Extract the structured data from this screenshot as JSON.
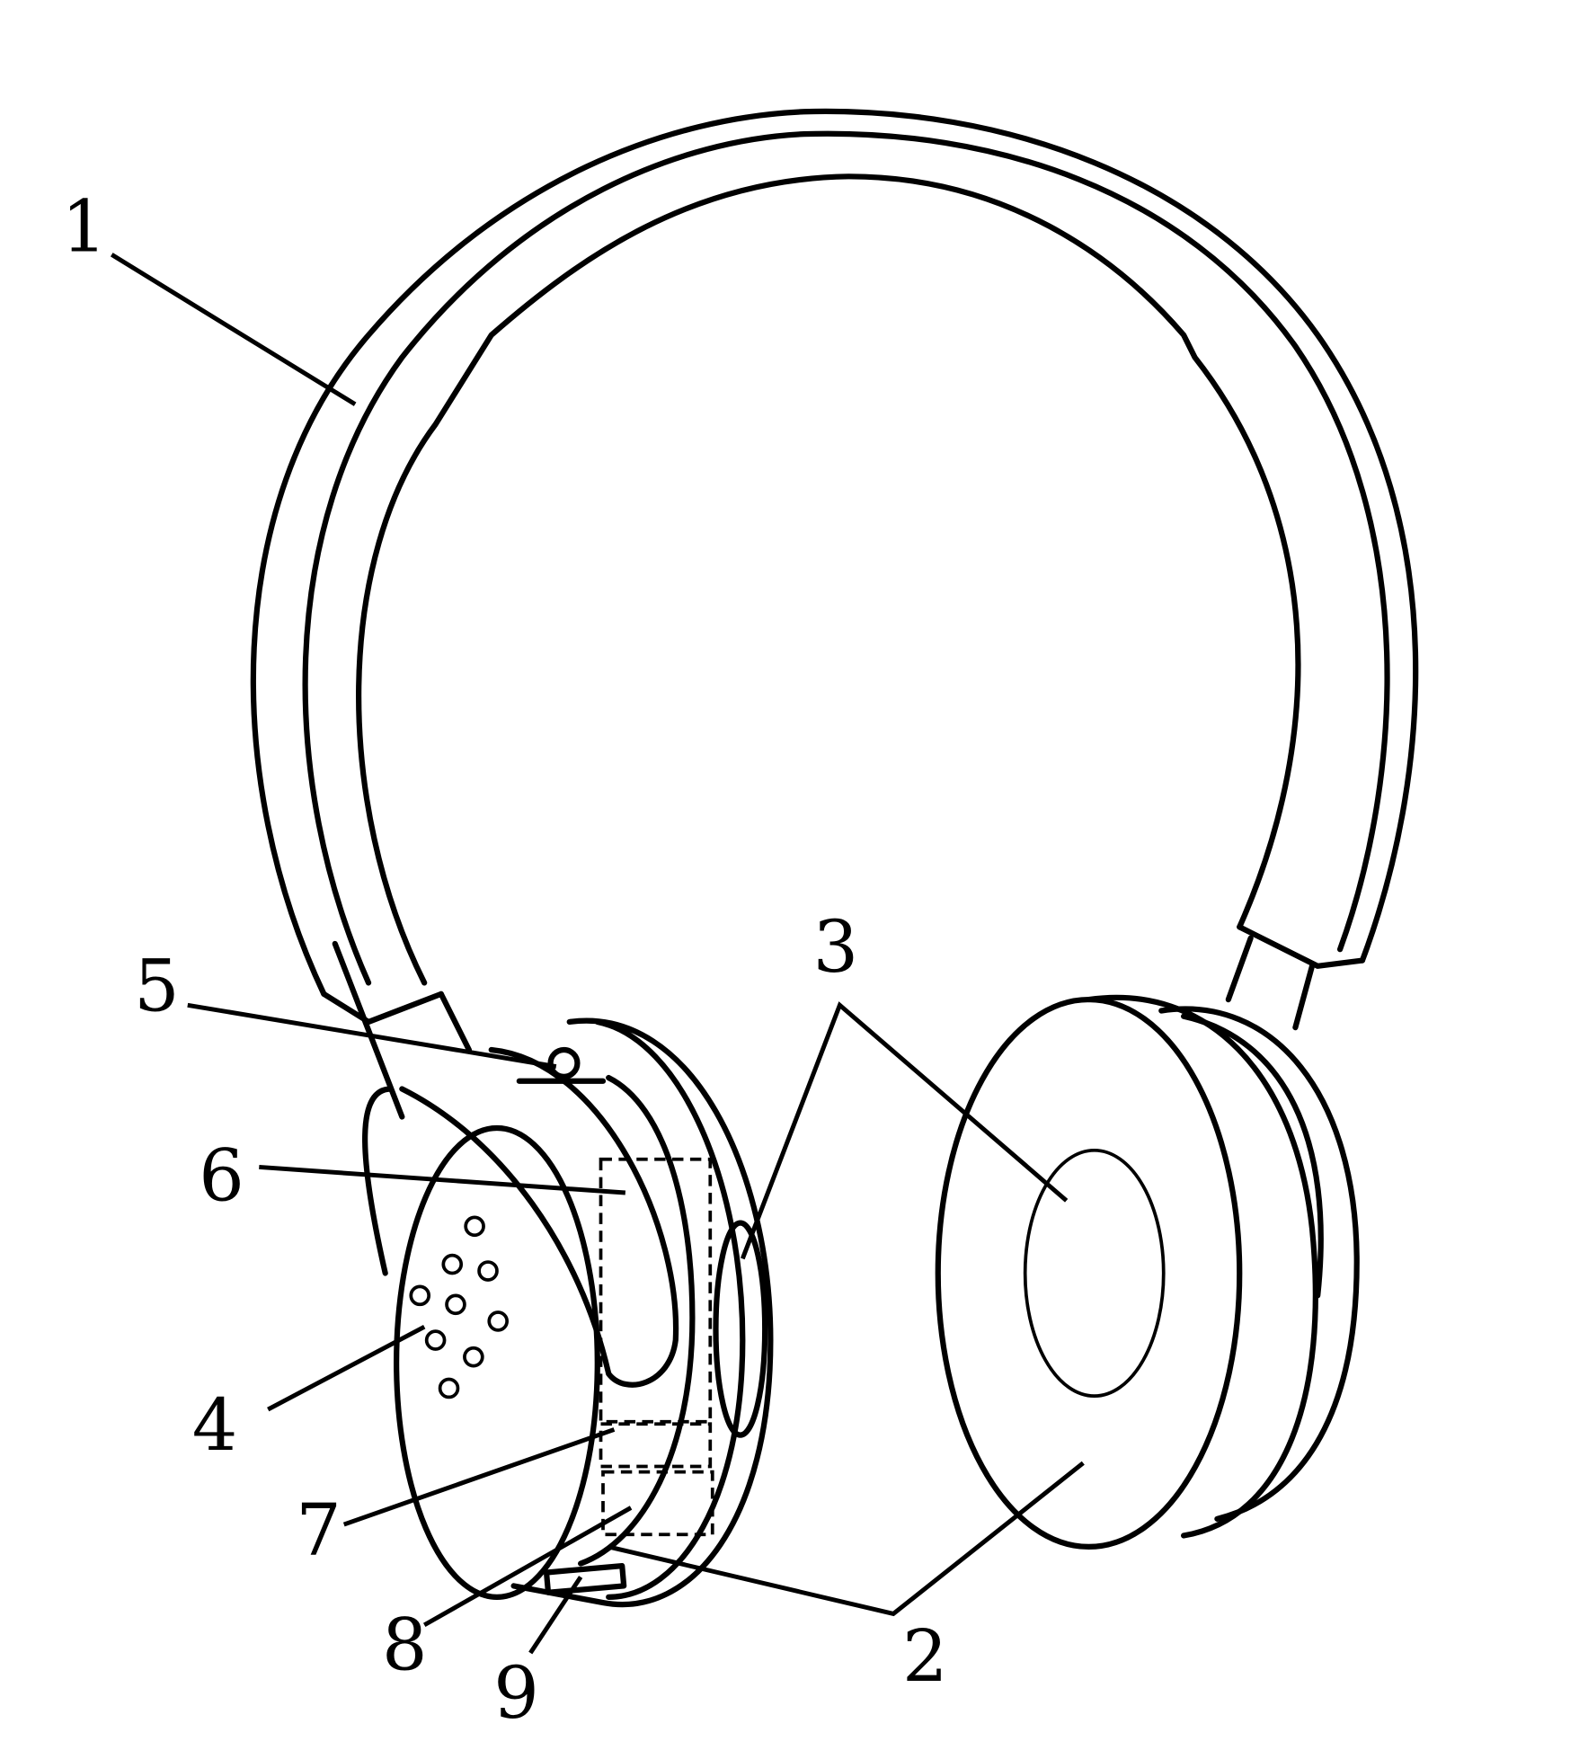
{
  "figure": {
    "subject": "headphones",
    "labels": {
      "l1": "1",
      "l2": "2",
      "l3": "3",
      "l4": "4",
      "l5": "5",
      "l6": "6",
      "l7": "7",
      "l8": "8",
      "l9": "9"
    }
  }
}
